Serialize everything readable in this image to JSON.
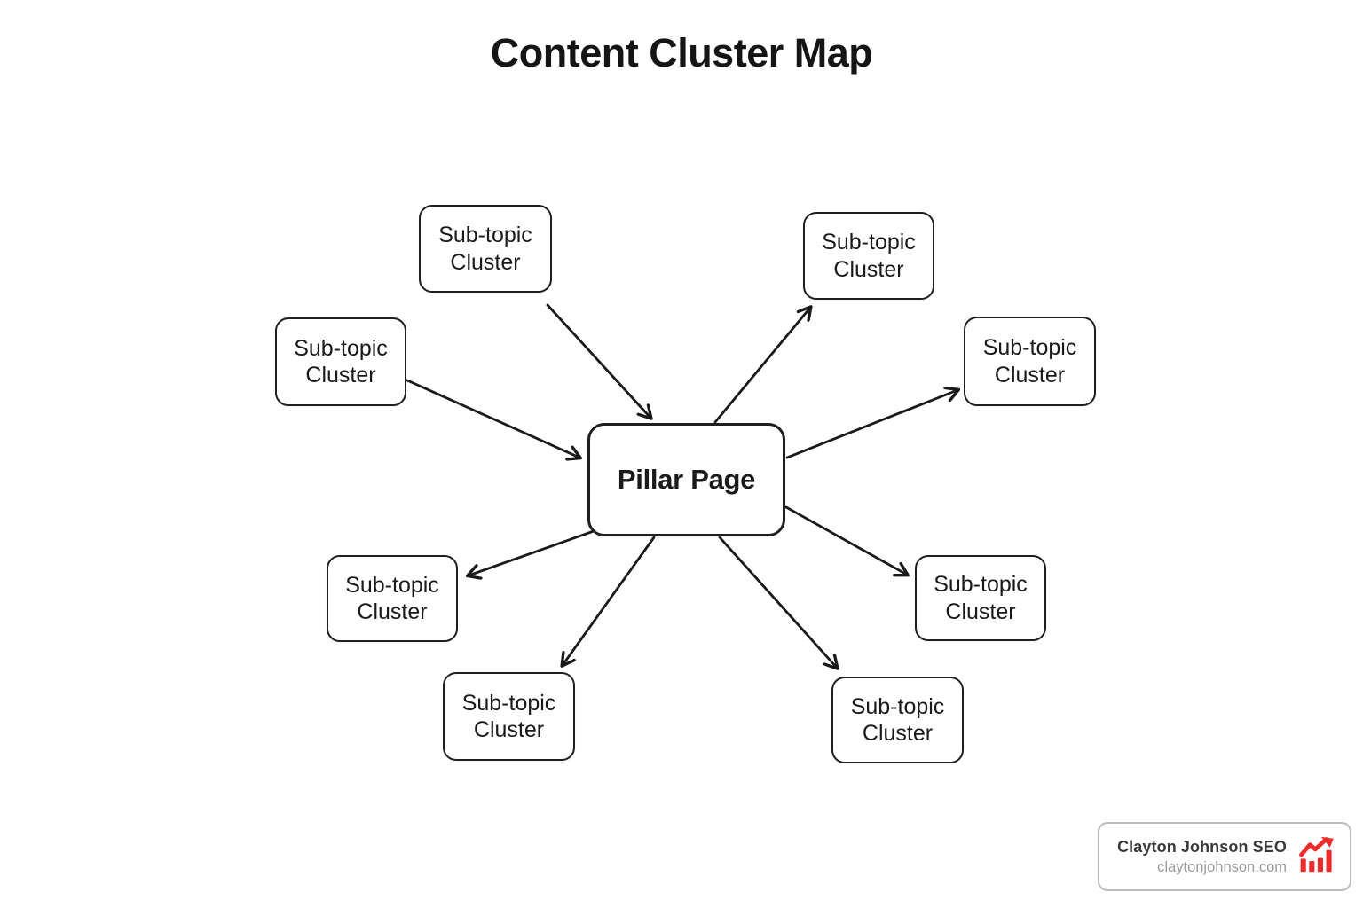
{
  "title": "Content Cluster Map",
  "diagram": {
    "pillar": {
      "label": "Pillar Page"
    },
    "subtopics": [
      {
        "label": "Sub-topic Cluster"
      },
      {
        "label": "Sub-topic Cluster"
      },
      {
        "label": "Sub-topic Cluster"
      },
      {
        "label": "Sub-topic Cluster"
      },
      {
        "label": "Sub-topic Cluster"
      },
      {
        "label": "Sub-topic Cluster"
      },
      {
        "label": "Sub-topic Cluster"
      },
      {
        "label": "Sub-topic Cluster"
      }
    ],
    "line_color": "#1a1a1a"
  },
  "watermark": {
    "name": "Clayton Johnson SEO",
    "site": "claytonjohnson.com",
    "icon": "trending-up-bar-chart-icon",
    "icon_color": "#ee2b2b"
  }
}
